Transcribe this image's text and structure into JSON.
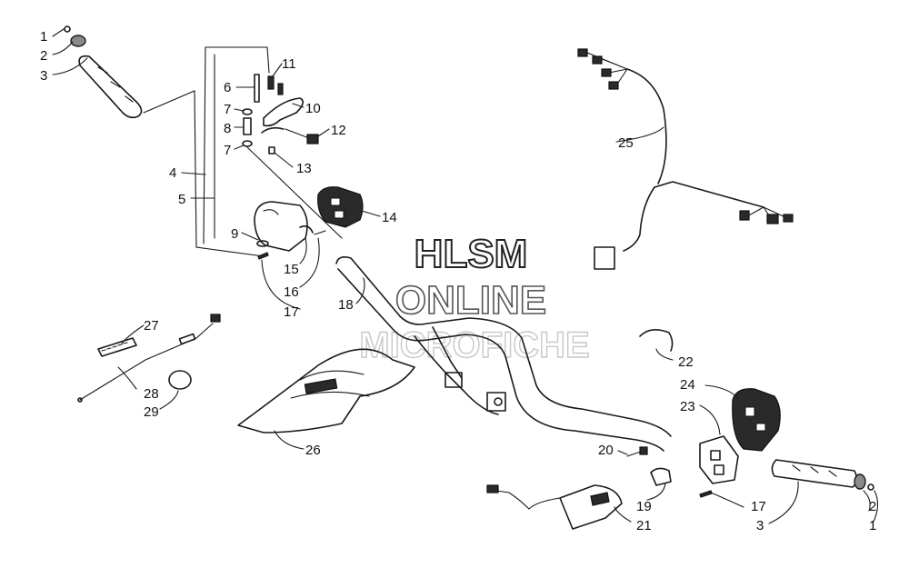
{
  "watermark": {
    "line1": "HLSM",
    "line2": "ONLINE",
    "line3": "MICROFICHE"
  },
  "callouts": [
    "1",
    "2",
    "3",
    "4",
    "5",
    "6",
    "7",
    "8",
    "7",
    "9",
    "10",
    "11",
    "12",
    "13",
    "14",
    "15",
    "16",
    "17",
    "18",
    "27",
    "28",
    "29",
    "26",
    "20",
    "19",
    "21",
    "22",
    "24",
    "23",
    "25",
    "17",
    "3",
    "2",
    "1"
  ]
}
